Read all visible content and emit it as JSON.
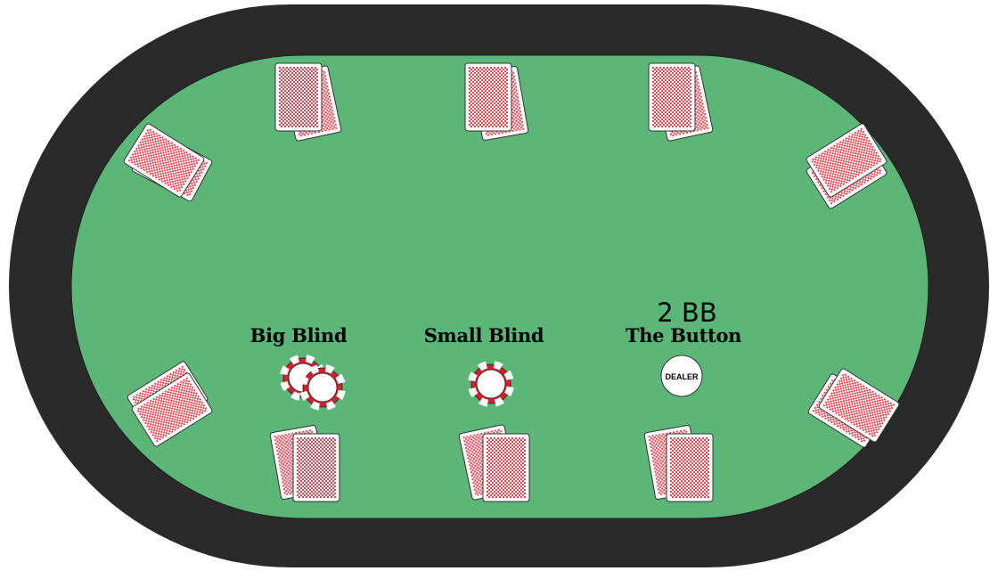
{
  "table": {
    "rail_color": "#2a2a2a",
    "felt_color": "#5bb678"
  },
  "card_back": {
    "pattern": "red-checkered",
    "color": "#e8414d"
  },
  "seats": {
    "big_blind": {
      "label": "Big Blind",
      "chips": 2
    },
    "small_blind": {
      "label": "Small Blind",
      "chips": 1
    },
    "button": {
      "label": "The Button",
      "bet_text": "2 BB",
      "dealer_chip_label": "DEALER"
    }
  },
  "hole_card_pairs": 10
}
